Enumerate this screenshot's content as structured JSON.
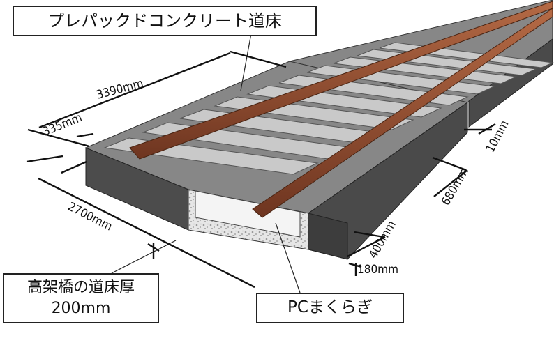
{
  "labels": {
    "title": "プレパックドコンクリート道床",
    "deck_line1": "高架橋の道床厚",
    "deck_line2": "200mm",
    "sleeper": "PCまくらぎ"
  },
  "dimensions": {
    "length_top": "3390mm",
    "shoulder": "335mm",
    "joint": "10mm",
    "sleeper_width": "680mm",
    "width_bottom": "2700mm",
    "sleeper_depth": "400mm",
    "ballast_height": "180mm"
  },
  "colors": {
    "concrete_dark": "#4d4d4d",
    "concrete_top": "#858585",
    "sleeper": "#c8c8c8",
    "rail": "#8a4a2e",
    "ballast": "#e4e4e4"
  }
}
